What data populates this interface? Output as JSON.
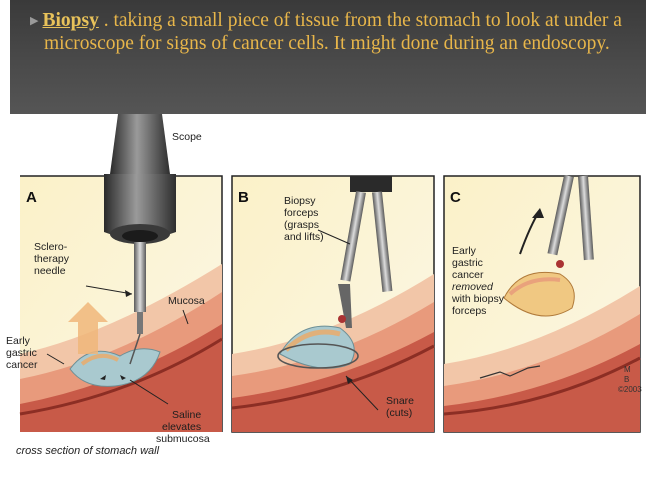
{
  "slide": {
    "bullet_term": "Biopsy",
    "bullet_text": " . taking a small piece of tissue from the stomach to look at under a microscope for signs of cancer cells. It might done during an endoscopy."
  },
  "figure": {
    "panel_a": {
      "letter": "A",
      "scope": "Scope",
      "needle": [
        "Sclero-",
        "therapy",
        "needle"
      ],
      "mucosa": "Mucosa",
      "cancer": [
        "Early",
        "gastric",
        "cancer"
      ],
      "saline": [
        "Saline",
        "elevates",
        "submucosa"
      ]
    },
    "panel_b": {
      "letter": "B",
      "forceps": [
        "Biopsy",
        "forceps",
        "(grasps",
        "and lifts)"
      ],
      "snare": [
        "Snare",
        "(cuts)"
      ]
    },
    "panel_c": {
      "letter": "C",
      "removed": [
        "Early",
        "gastric",
        "cancer",
        "removed",
        "with biopsy",
        "forceps"
      ]
    },
    "caption": "cross section of stomach wall",
    "watermark": [
      "M",
      "B",
      "©2003"
    ]
  }
}
